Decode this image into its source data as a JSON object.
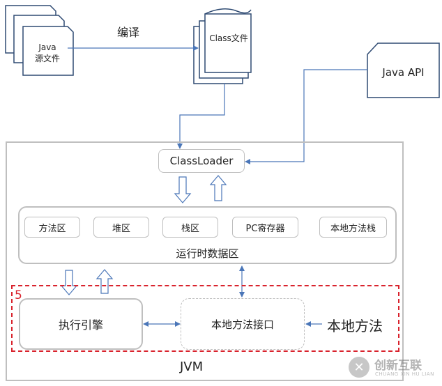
{
  "source_files": {
    "line1": "Java",
    "line2": "源文件"
  },
  "compile_label": "编译",
  "class_files": {
    "label": "Class文件"
  },
  "java_api": {
    "label": "Java API"
  },
  "class_loader": {
    "label": "ClassLoader"
  },
  "runtime_area": {
    "label": "运行时数据区",
    "items": [
      "方法区",
      "堆区",
      "栈区",
      "PC寄存器",
      "本地方法栈"
    ]
  },
  "highlight_marker": "5",
  "execution_engine": {
    "label": "执行引擎"
  },
  "native_interface": {
    "label": "本地方法接口"
  },
  "native_methods": {
    "label": "本地方法"
  },
  "jvm": {
    "label": "JVM"
  },
  "watermark": {
    "main": "创新互联",
    "sub": "CHUANG XIN HU LIAN"
  },
  "colors": {
    "arrow": "#4a76b8",
    "border": "#bfbfbf",
    "doc_border": "#2e4a72",
    "highlight": "#d9232d"
  }
}
